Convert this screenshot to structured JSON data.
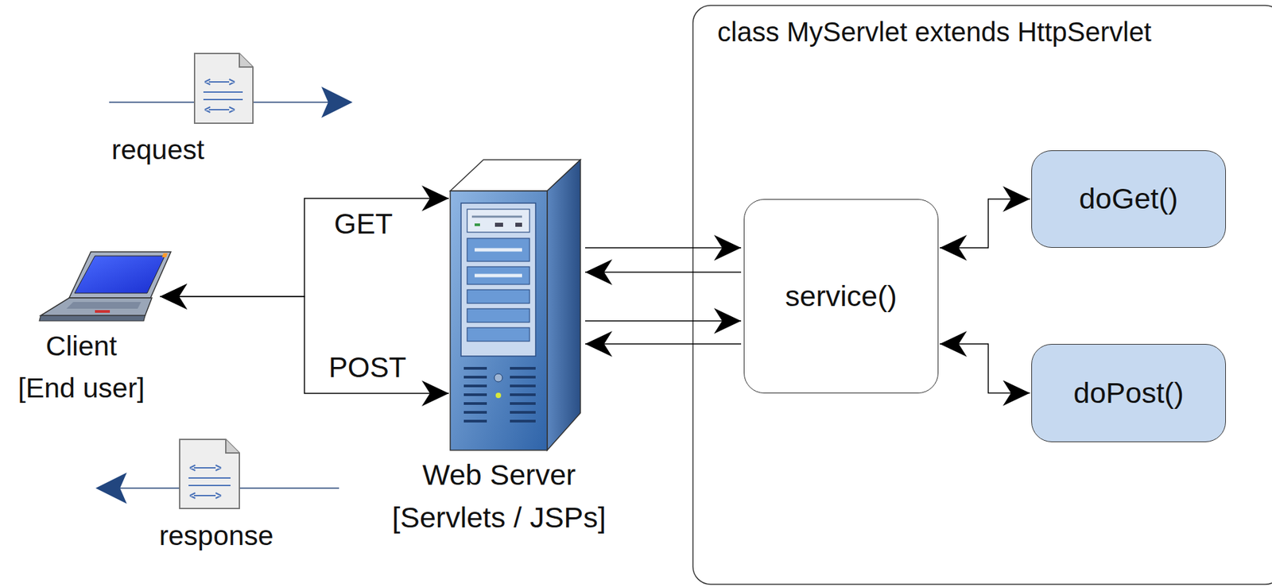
{
  "diagram": {
    "nodes": [
      {
        "text": [
          "Client",
          "[End user]"
        ]
      },
      {
        "text": [
          "Web Server",
          "[Servlets / JSPs]"
        ]
      },
      {
        "text": [
          "class MyServlet extends HttpServlet"
        ]
      },
      {
        "text": [
          "service()"
        ],
        "in": 2
      },
      {
        "text": [
          "doGet()"
        ],
        "in": 2
      },
      {
        "text": [
          "doPost()"
        ],
        "in": 2
      }
    ],
    "edges": [
      {
        "from": 0,
        "to": 1,
        "label": "GET",
        "arrow": "both"
      },
      {
        "from": 0,
        "to": 1,
        "label": "POST",
        "arrow": "both"
      },
      {
        "from": 1,
        "to": 3,
        "arrow": "to"
      },
      {
        "from": 3,
        "to": 1,
        "arrow": "to"
      },
      {
        "from": 1,
        "to": 3,
        "arrow": "to"
      },
      {
        "from": 3,
        "to": 1,
        "arrow": "to"
      },
      {
        "from": 3,
        "to": 4,
        "arrow": "both"
      },
      {
        "from": 3,
        "to": 5,
        "arrow": "both"
      }
    ],
    "labels": [
      "request",
      "response"
    ]
  }
}
